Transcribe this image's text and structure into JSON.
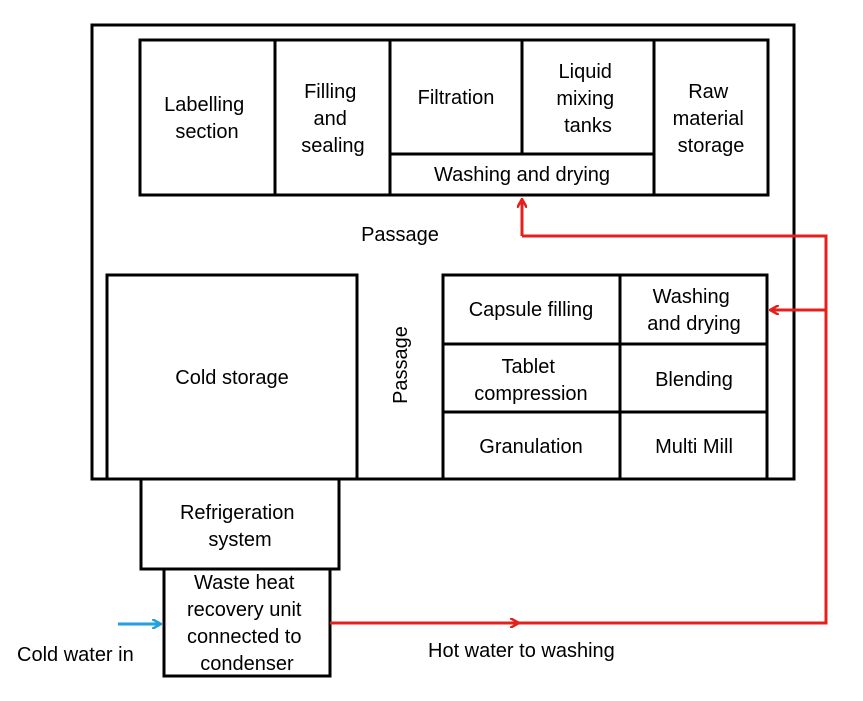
{
  "upper_rooms": {
    "labelling": [
      "Labelling",
      "section"
    ],
    "filling": [
      "Filling",
      "and",
      "sealing"
    ],
    "filtration": [
      "Filtration"
    ],
    "liquid_mixing": [
      "Liquid",
      "mixing",
      "tanks"
    ],
    "raw_material": [
      "Raw",
      "material",
      "storage"
    ],
    "washing_drying": [
      "Washing and drying"
    ]
  },
  "passage_horizontal": "Passage",
  "passage_vertical": "Passage",
  "cold_storage": "Cold storage",
  "lower_rooms": {
    "capsule_filling": [
      "Capsule filling"
    ],
    "washing_drying": [
      "Washing",
      "and drying"
    ],
    "tablet_compression": [
      "Tablet",
      "compression"
    ],
    "blending": [
      "Blending"
    ],
    "granulation": [
      "Granulation"
    ],
    "multi_mill": [
      "Multi Mill"
    ]
  },
  "refrigeration": [
    "Refrigeration",
    "system"
  ],
  "waste_heat": [
    "Waste heat",
    "recovery unit",
    "connected to",
    "condenser"
  ],
  "cold_water_in": "Cold water in",
  "hot_water": "Hot water to washing",
  "colors": {
    "hot_pipe": "#e3201b",
    "cold_pipe": "#20a0dc",
    "outline": "#000000"
  }
}
